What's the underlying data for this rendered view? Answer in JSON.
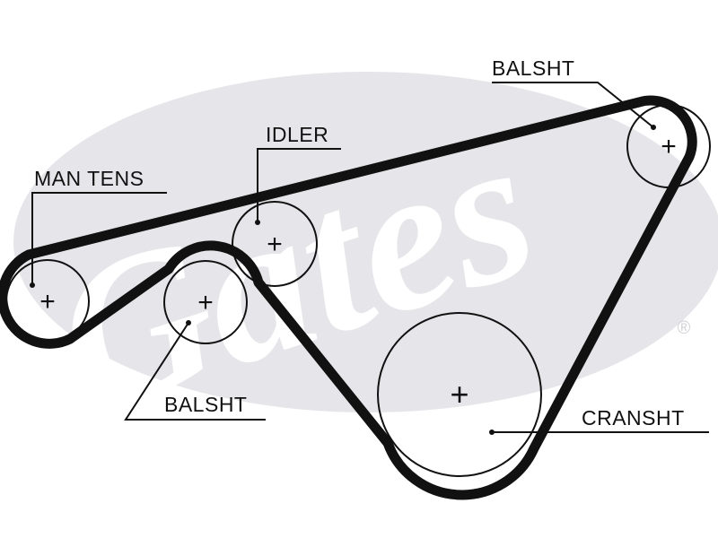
{
  "watermark": {
    "text": "Gates",
    "registered_mark": "®",
    "color": "#e6e6ea"
  },
  "belt": {
    "color": "#111111"
  },
  "pulley_mark": "+",
  "labels": {
    "balsht_top": "BALSHT",
    "idler": "IDLER",
    "man_tens": "MAN TENS",
    "balsht_bottom": "BALSHT",
    "cranksht": "CRANSHT"
  },
  "pulleys": [
    {
      "name": "man-tens",
      "label_ref": "man_tens"
    },
    {
      "name": "balsht-lower",
      "label_ref": "balsht_bottom"
    },
    {
      "name": "idler",
      "label_ref": "idler"
    },
    {
      "name": "cranksht",
      "label_ref": "cranksht"
    },
    {
      "name": "balsht-upper",
      "label_ref": "balsht_top"
    }
  ]
}
